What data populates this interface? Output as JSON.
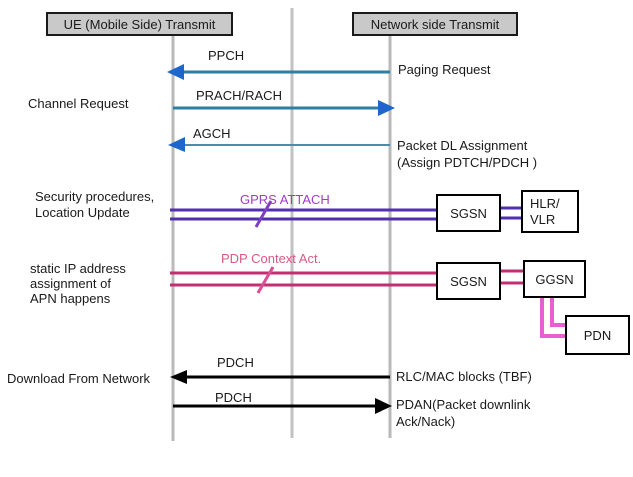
{
  "headers": {
    "ue": "UE (Mobile Side) Transmit",
    "network": "Network side Transmit"
  },
  "left_annotations": {
    "channel_request": "Channel Request",
    "security_line1": "Security procedures,",
    "security_line2": "Location Update",
    "static_line1": "static IP address",
    "static_line2": "assignment of",
    "static_line3": "APN happens",
    "download": "Download From Network"
  },
  "right_annotations": {
    "paging": "Paging Request",
    "packet_dl_line1": "Packet DL Assignment",
    "packet_dl_line2": "(Assign PDTCH/PDCH )",
    "rlc_mac": "RLC/MAC blocks (TBF)",
    "pdan_line1": "PDAN(Packet downlink",
    "pdan_line2": "Ack/Nack)"
  },
  "message_labels": {
    "ppch": "PPCH",
    "prach_rach": "PRACH/RACH",
    "agch": "AGCH",
    "gprs_attach": "GPRS ATTACH",
    "pdp_context": "PDP Context Act.",
    "pdch_download": "PDCH",
    "pdch_upload": "PDCH"
  },
  "nodes": {
    "sgsn_top": "SGSN",
    "hlr_line1": "HLR/",
    "hlr_line2": "VLR",
    "sgsn_bottom": "SGSN",
    "ggsn": "GGSN",
    "pdn": "PDN"
  },
  "colors": {
    "header_fill": "#c9c9c9",
    "blue_arrow_line": "#2e7ea2",
    "blue_arrowhead": "#1c66cc",
    "teal_thin_line": "#4d8ba6",
    "purple_line": "#5130ae",
    "purple_slash": "#7d3fc1",
    "purple_label_text": "#a23cc6",
    "pink_line": "#c22e70",
    "pink_slash": "#d84f93",
    "pink_label_text": "#d65a86",
    "hotpink_connector": "#e85fd0",
    "lifeline_gray": "#b9b9b9",
    "black_arrow": "#000000"
  }
}
